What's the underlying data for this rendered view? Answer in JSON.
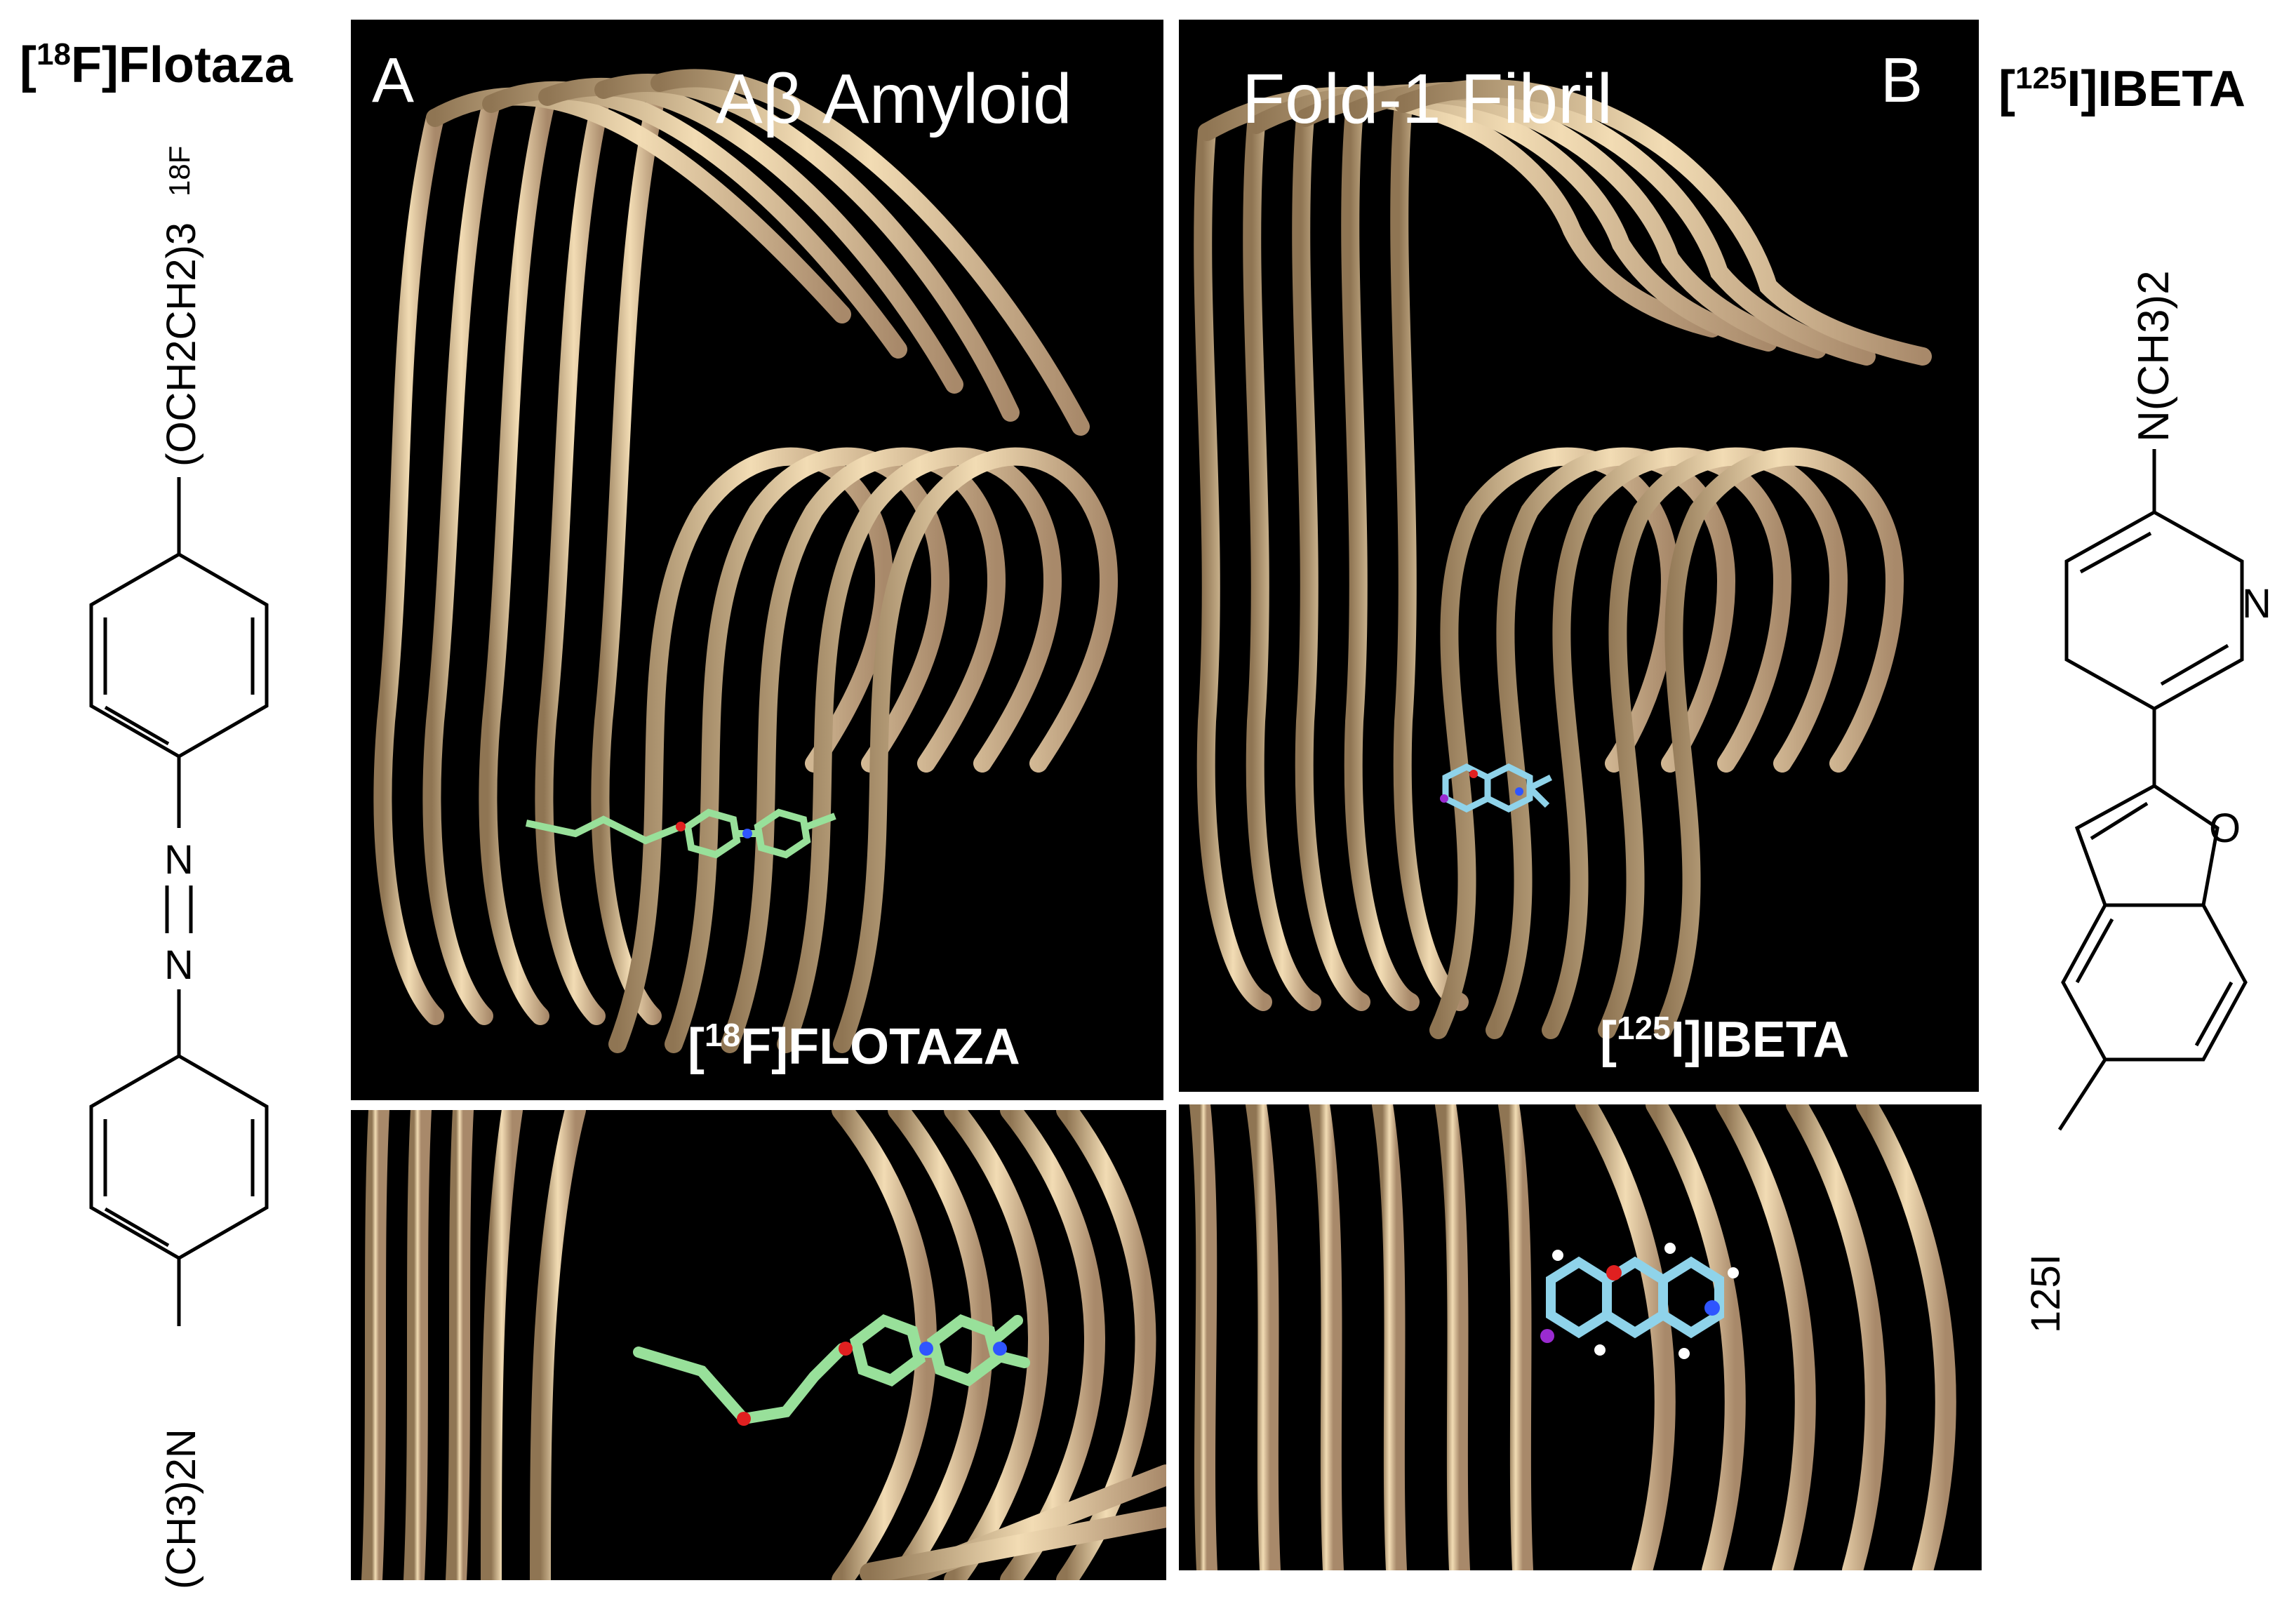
{
  "left_compound": {
    "title_prefix": "[",
    "title_sup": "18",
    "title_rest": "F]Flotaza",
    "substituent_top": "(OCH2CH2)3",
    "substituent_top_sup": "18F",
    "azo_n1": "N",
    "azo_n2": "N",
    "substituent_bottom": "(CH3)2N"
  },
  "right_compound": {
    "title_prefix": "[",
    "title_sup": "125",
    "title_rest": "I]IBETA",
    "amine": "N(CH3)2",
    "ring_n": "N",
    "furan_o": "O",
    "iodine": "125I"
  },
  "panel_a": {
    "letter": "A",
    "title": "Aβ Amyloid",
    "ligand_prefix": "[",
    "ligand_sup": "18",
    "ligand_rest": "F]FLOTAZA"
  },
  "panel_b": {
    "letter": "B",
    "title": "Fold-1 Fibril",
    "ligand_prefix": "[",
    "ligand_sup": "125",
    "ligand_rest": "I]IBETA"
  },
  "colors": {
    "ribbon": "#e6cfa6",
    "ribbon_shade": "#b89c70",
    "panel_bg": "#000000",
    "flotaza_ligand": "#98e09a",
    "ibeta_ligand": "#8fd3ea"
  }
}
